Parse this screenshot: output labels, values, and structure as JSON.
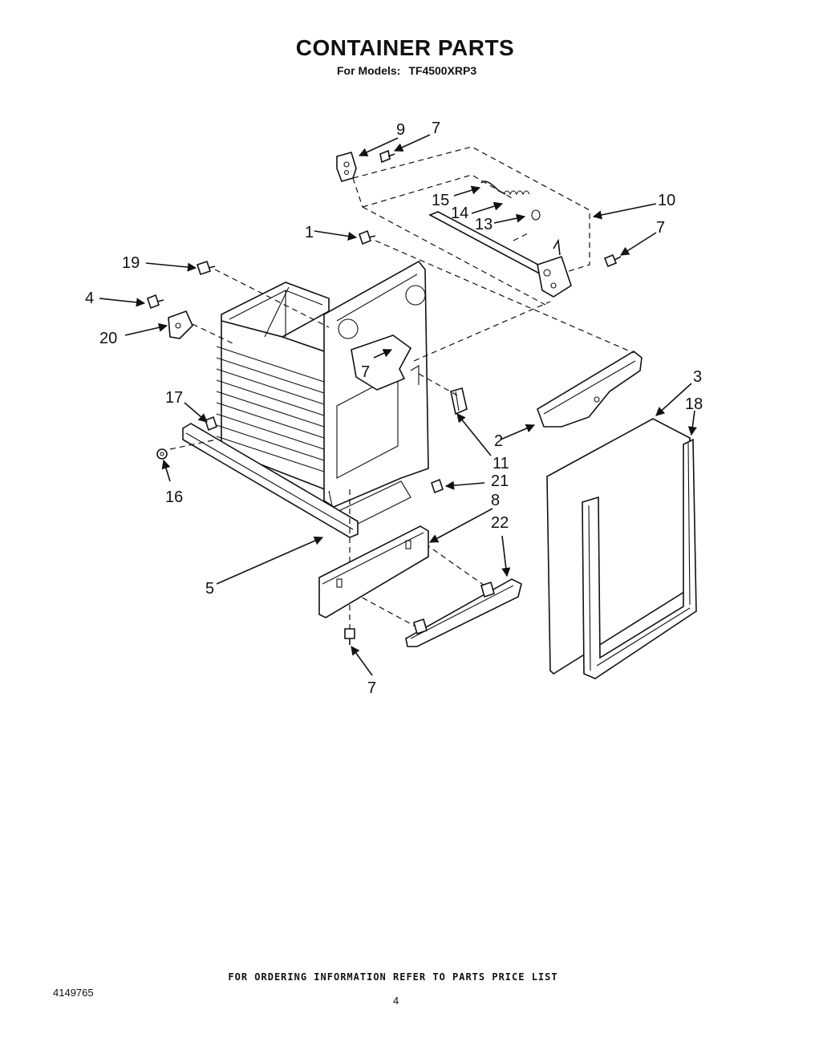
{
  "header": {
    "title": "CONTAINER PARTS",
    "models_label": "For Models:",
    "model": "TF4500XRP3"
  },
  "callouts": {
    "c1": "1",
    "c2": "2",
    "c3": "3",
    "c4": "4",
    "c5": "5",
    "c7a": "7",
    "c7b": "7",
    "c7c": "7",
    "c7d": "7",
    "c8": "8",
    "c9": "9",
    "c10": "10",
    "c11": "11",
    "c13": "13",
    "c14": "14",
    "c15": "15",
    "c16": "16",
    "c17": "17",
    "c18": "18",
    "c19": "19",
    "c20": "20",
    "c21": "21",
    "c22": "22"
  },
  "footer": {
    "note": "FOR ORDERING INFORMATION REFER TO PARTS PRICE LIST",
    "doc_number": "4149765",
    "page": "4"
  }
}
